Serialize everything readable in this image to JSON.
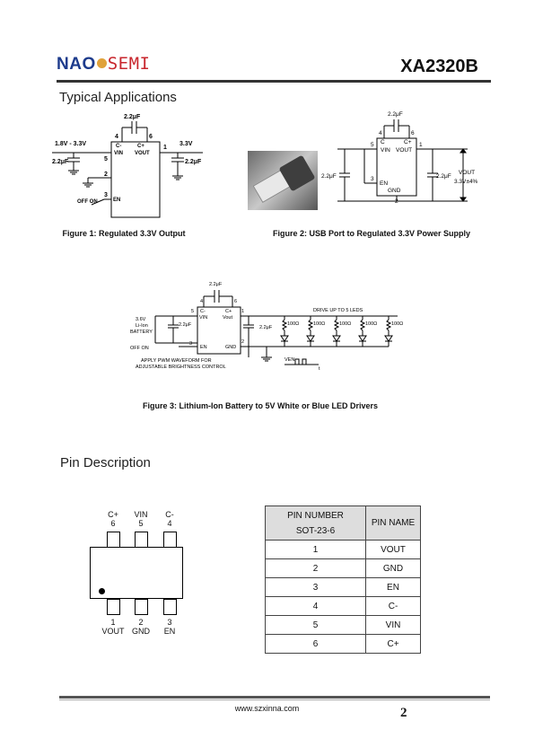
{
  "header": {
    "logo_nao": "NAO",
    "logo_semi": "SEMI",
    "part_number": "XA2320B"
  },
  "sections": {
    "typical_applications": "Typical Applications",
    "pin_description": "Pin Description"
  },
  "fig1": {
    "caption": "Figure 1: Regulated 3.3V Output",
    "cap_flying": "2.2μF",
    "cap_in": "2.2μF",
    "cap_out": "2.2μF",
    "vin_label": "1.8V - 3.3V",
    "vout_label": "3.3V",
    "off_on": "OFF ON",
    "pin4": "4",
    "pin6": "6",
    "pin5": "5",
    "pin1": "1",
    "pin2": "2",
    "pin3": "3",
    "ic_cminus": "C-",
    "ic_cplus": "C+",
    "ic_vin": "VIN",
    "ic_vout": "VOUT",
    "ic_en": "EN"
  },
  "fig2": {
    "caption": "Figure 2: USB Port to Regulated 3.3V Power Supply",
    "cap_flying": "2.2μF",
    "cap_in": "2.2μF",
    "cap_out": "2.2μF",
    "vout_line1": "VOUT",
    "vout_line2": "3.3V±4%",
    "pin4": "4",
    "pin6": "6",
    "pin5": "5",
    "pin1": "1",
    "pin3": "3",
    "pin2": "2",
    "ic_c": "C",
    "ic_cplus": "C+",
    "ic_vin": "VIN",
    "ic_vout": "VOUT",
    "ic_en": "EN",
    "ic_gnd": "GND"
  },
  "fig3": {
    "caption": "Figure 3: Lithium-Ion Battery to 5V White or Blue LED Drivers",
    "cap_flying": "2.2μF",
    "cap_in": "2.2μF",
    "cap_out": "2.2μF",
    "battery_line1": "3.6V",
    "battery_line2": "Li-Ion",
    "battery_line3": "BATTERY",
    "off_on": "OFF ON",
    "pwm_line1": "APPLY PWM WAVEFORM FOR",
    "pwm_line2": "ADJUSTABLE BRIGHTNESS CONTROL",
    "drive_label": "DRIVE UP TO 5 LEDS",
    "resistors": [
      "100Ω",
      "100Ω",
      "100Ω",
      "100Ω",
      "100Ω"
    ],
    "ven": "VEN",
    "t": "t",
    "pin4": "4",
    "pin6": "6",
    "pin5": "5",
    "pin1": "1",
    "pin3": "3",
    "pin2": "2",
    "ic_cminus": "C-",
    "ic_cplus": "C+",
    "ic_vin": "VIN",
    "ic_vout": "Vout",
    "ic_en": "EN",
    "ic_gnd": "GND"
  },
  "package": {
    "top_labels": [
      "C+",
      "VIN",
      "C-"
    ],
    "top_numbers": [
      "6",
      "5",
      "4"
    ],
    "bottom_numbers": [
      "1",
      "2",
      "3"
    ],
    "bottom_labels": [
      "VOUT",
      "GND",
      "EN"
    ]
  },
  "pin_table": {
    "header_col1_line1": "PIN NUMBER",
    "header_col1_line2": "SOT-23-6",
    "header_col2": "PIN NAME",
    "rows": [
      {
        "number": "1",
        "name": "VOUT"
      },
      {
        "number": "2",
        "name": "GND"
      },
      {
        "number": "3",
        "name": "EN"
      },
      {
        "number": "4",
        "name": "C-"
      },
      {
        "number": "5",
        "name": "VIN"
      },
      {
        "number": "6",
        "name": "C+"
      }
    ]
  },
  "footer": {
    "url": "www.szxinna.com",
    "page": "2"
  }
}
